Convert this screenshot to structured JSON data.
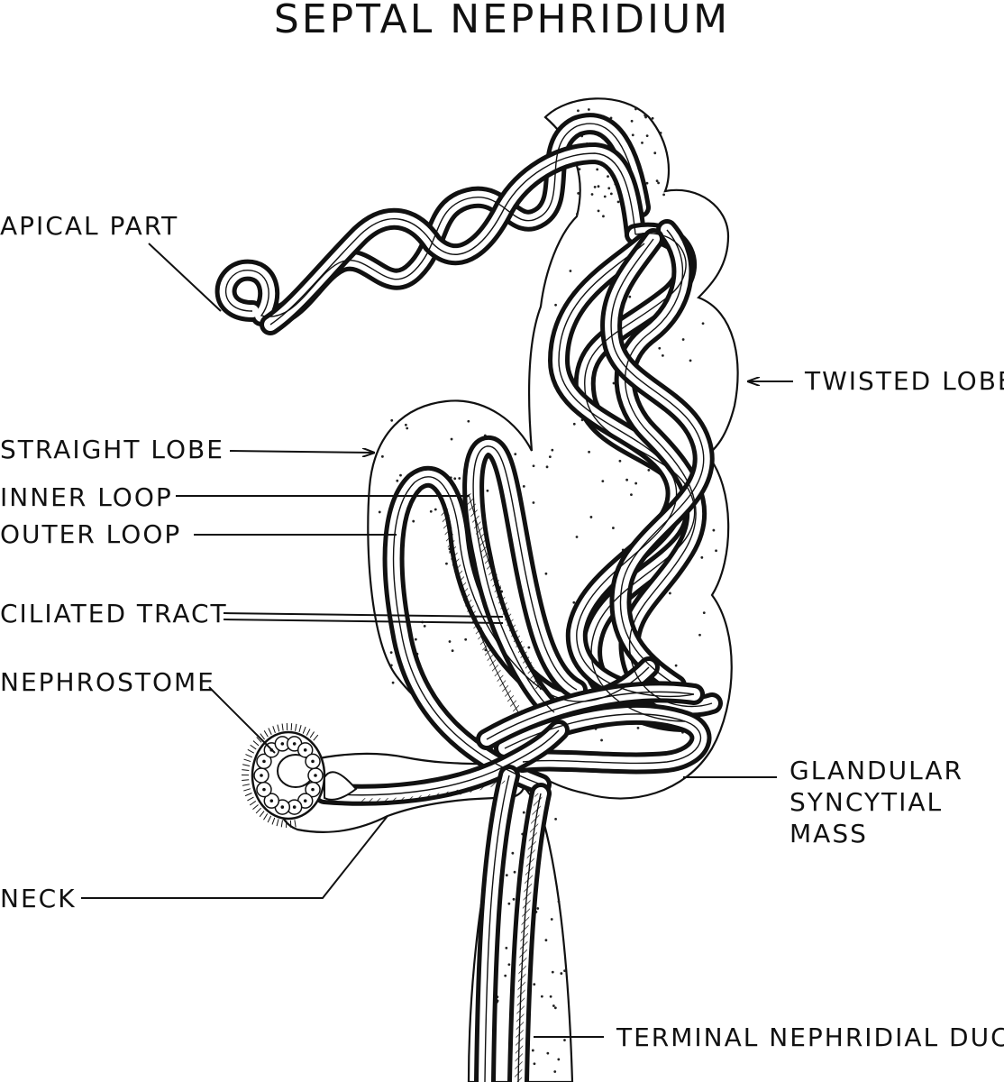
{
  "title": "SEPTAL NEPHRIDIUM",
  "labels": {
    "apical_part": "APICAL PART",
    "twisted_lobe": "TWISTED LOBE",
    "straight_lobe": "STRAIGHT LOBE",
    "inner_loop": "INNER LOOP",
    "outer_loop": "OUTER LOOP",
    "ciliated_tract": "CILIATED TRACT",
    "nephrostome": "NEPHROSTOME",
    "glandular_1": "GLANDULAR",
    "glandular_2": "SYNCYTIAL",
    "glandular_3": "MASS",
    "neck": "NECK",
    "terminal_duct": "TERMINAL NEPHRIDIAL DUCT"
  },
  "colors": {
    "ink": "#111111",
    "paper": "#ffffff"
  }
}
